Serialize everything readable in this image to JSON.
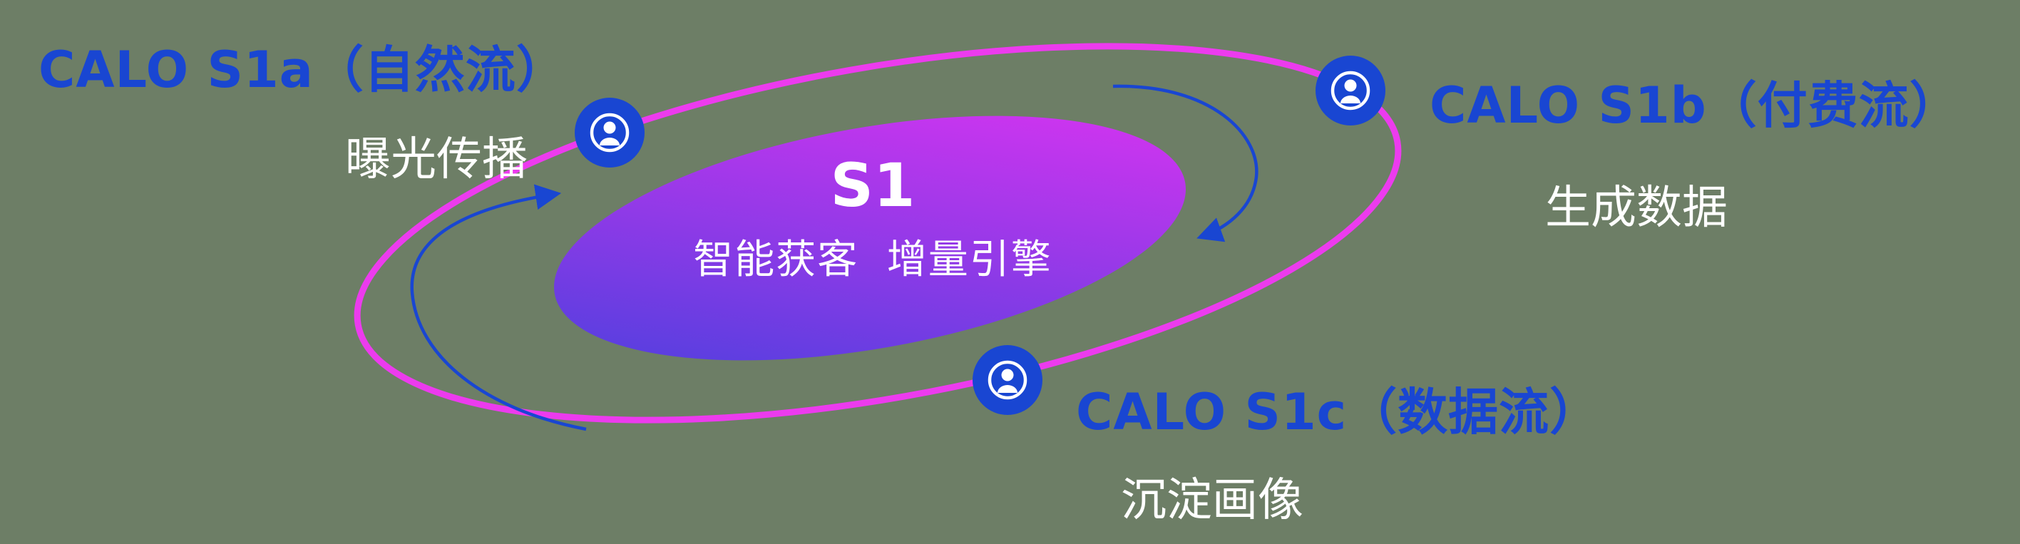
{
  "diagram": {
    "core": {
      "title": "S1",
      "subtitle": "智能获客  增量引擎"
    },
    "nodes": [
      {
        "id": "s1a",
        "title": "CALO S1a（自然流）",
        "subtitle": "曝光传播",
        "icon": "user-icon"
      },
      {
        "id": "s1b",
        "title": "CALO S1b（付费流）",
        "subtitle": "生成数据",
        "icon": "user-icon"
      },
      {
        "id": "s1c",
        "title": "CALO S1c（数据流）",
        "subtitle": "沉淀画像",
        "icon": "user-icon"
      }
    ],
    "colors": {
      "background": "#6d7e66",
      "title_blue": "#1946d2",
      "subtitle_white": "#ffffff",
      "orbit_pink": "#ec3bee",
      "core_gradient_start": "#4640dd",
      "core_gradient_end": "#e133f2",
      "node_blue": "#1946d2",
      "arrow_blue": "#1946d2"
    }
  }
}
